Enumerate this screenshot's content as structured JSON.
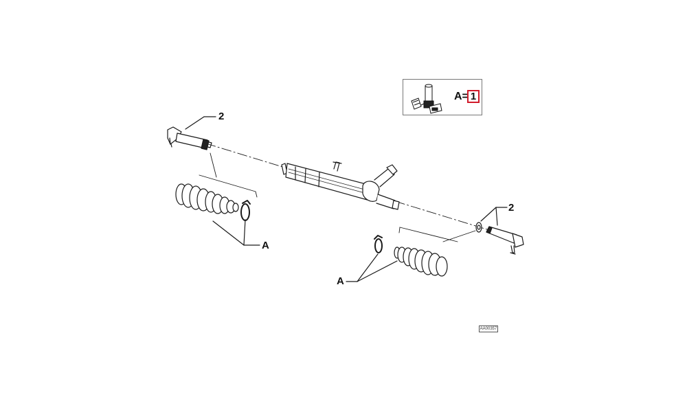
{
  "callouts": {
    "tie_rod_end_left": "2",
    "tie_rod_end_right": "2",
    "boot_kit_left": "A",
    "boot_kit_right": "A"
  },
  "kit_legend": {
    "equation": "A=",
    "quantity": "1"
  },
  "reference_code": "AA00357",
  "colors": {
    "line": "#1a1a1a",
    "kit_highlight": "#d11a2a"
  }
}
